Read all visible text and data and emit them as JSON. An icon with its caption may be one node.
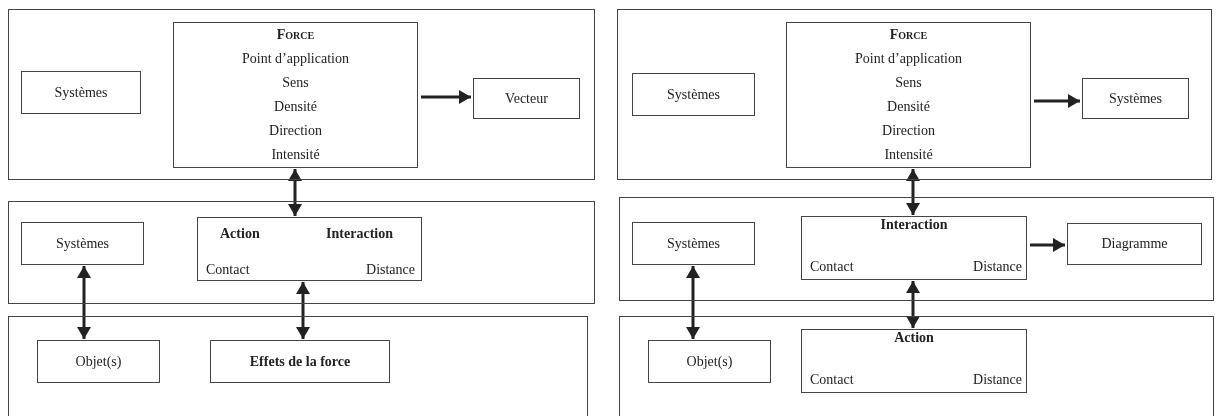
{
  "diagram": {
    "nodes": [
      {
        "text": [],
        "shape": "box"
      },
      {
        "text": [
          "Systèmes"
        ],
        "in": 0
      },
      {
        "text": [
          "Force",
          "Point d’application",
          "Sens",
          "Densité",
          "Direction",
          "Intensité"
        ],
        "in": 0
      },
      {
        "text": [
          "Vecteur"
        ],
        "in": 0
      },
      {
        "text": [],
        "shape": "box"
      },
      {
        "text": [
          "Systèmes"
        ],
        "in": 4
      },
      {
        "text": [
          "Action",
          "Interaction",
          "Contact",
          "Distance"
        ],
        "in": 4
      },
      {
        "text": [],
        "shape": "box"
      },
      {
        "text": [
          "Objet(s)"
        ],
        "in": 7
      },
      {
        "text": [
          "Effets de la force"
        ],
        "in": 7
      },
      {
        "text": [],
        "shape": "box"
      },
      {
        "text": [
          "Systèmes"
        ],
        "in": 10
      },
      {
        "text": [
          "Force",
          "Point d’application",
          "Sens",
          "Densité",
          "Direction",
          "Intensité"
        ],
        "in": 10
      },
      {
        "text": [
          "Systèmes"
        ],
        "in": 10
      },
      {
        "text": [],
        "shape": "box"
      },
      {
        "text": [
          "Systèmes"
        ],
        "in": 14
      },
      {
        "text": [
          "Interaction",
          "Contact",
          "Distance"
        ],
        "in": 14
      },
      {
        "text": [
          "Diagramme"
        ],
        "in": 14
      },
      {
        "text": [],
        "shape": "box"
      },
      {
        "text": [
          "Objet(s)"
        ],
        "in": 18
      },
      {
        "text": [
          "Action",
          "Contact",
          "Distance"
        ],
        "in": 18
      }
    ],
    "edges": [
      {
        "from": 2,
        "to": 3,
        "arrow": "to"
      },
      {
        "from": 2,
        "to": 6,
        "arrow": "both"
      },
      {
        "from": 5,
        "to": 8,
        "arrow": "both"
      },
      {
        "from": 6,
        "to": 9,
        "arrow": "both"
      },
      {
        "from": 12,
        "to": 13,
        "arrow": "to"
      },
      {
        "from": 12,
        "to": 16,
        "arrow": "both"
      },
      {
        "from": 16,
        "to": 17,
        "arrow": "to"
      },
      {
        "from": 15,
        "to": 19,
        "arrow": "both"
      },
      {
        "from": 16,
        "to": 20,
        "arrow": "both"
      }
    ]
  }
}
